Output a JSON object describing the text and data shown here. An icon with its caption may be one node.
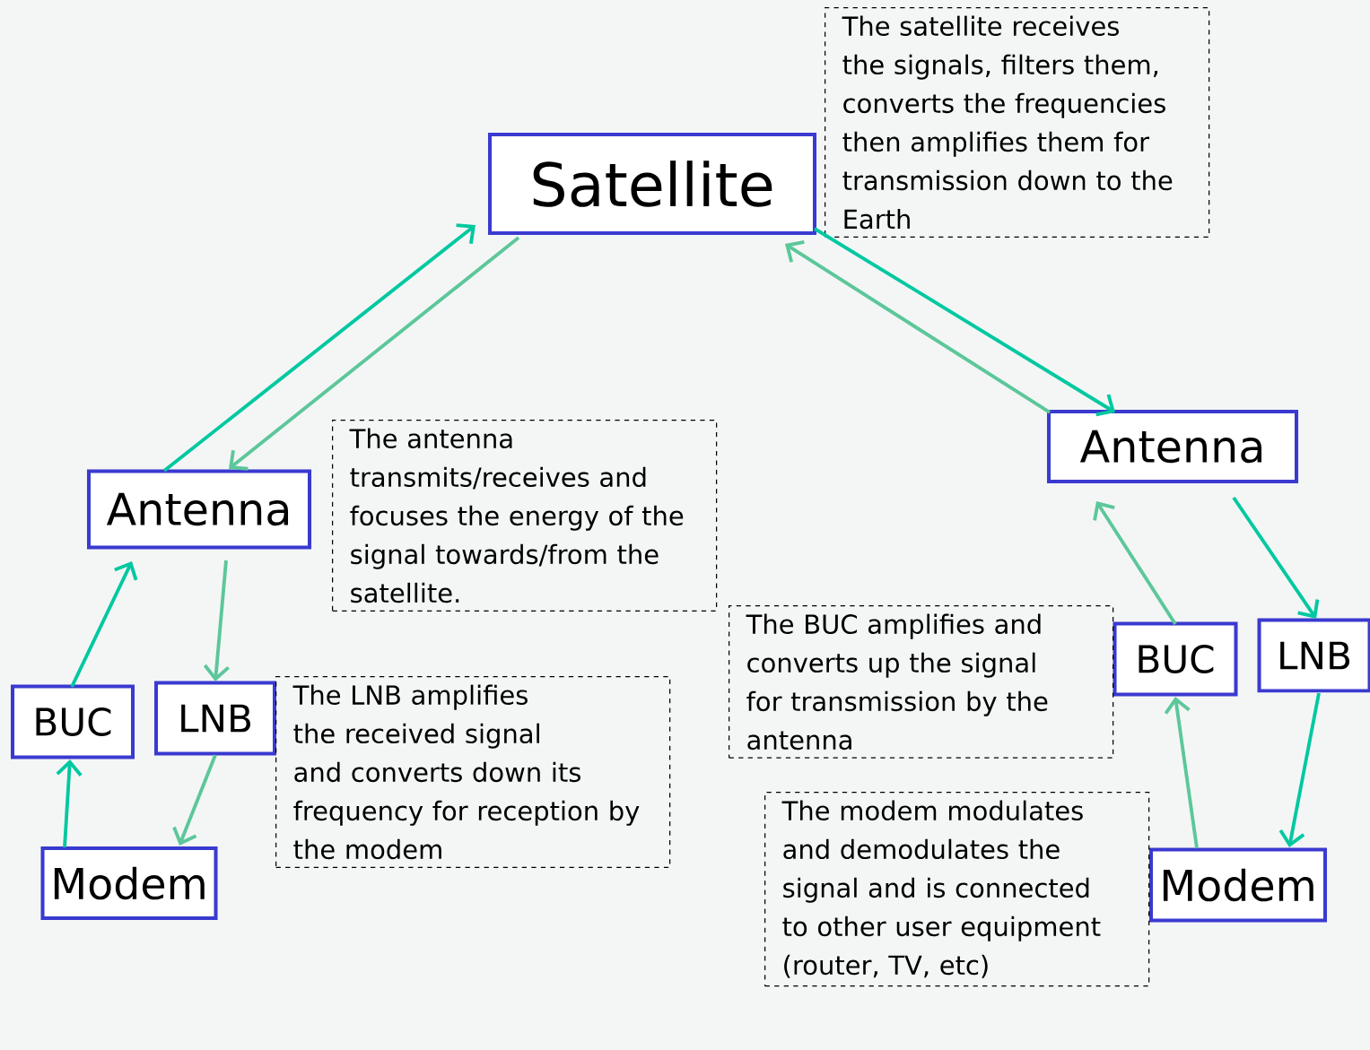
{
  "diagram": {
    "nodes": [
      {
        "text": [
          "Satellite"
        ]
      },
      {
        "text": [
          "Antenna"
        ]
      },
      {
        "text": [
          "Antenna"
        ]
      },
      {
        "text": [
          "BUC"
        ]
      },
      {
        "text": [
          "LNB"
        ]
      },
      {
        "text": [
          "Modem"
        ]
      },
      {
        "text": [
          "BUC"
        ]
      },
      {
        "text": [
          "LNB"
        ]
      },
      {
        "text": [
          "Modem"
        ]
      },
      {
        "text": [
          "The satellite receives the signals, filters them, converts the frequencies then amplifies them for transmission down to the Earth"
        ]
      },
      {
        "text": [
          "The antenna transmits/receives and focuses the energy of the signal towards/from the satellite."
        ]
      },
      {
        "text": [
          "The LNB amplifies the received signal and converts down its frequency for reception by the modem"
        ]
      },
      {
        "text": [
          "The BUC amplifies and converts up the signal for transmission by the antenna"
        ]
      },
      {
        "text": [
          "The modem modulates and demodulates the signal and is connected to other user equipment (router, TV, etc)"
        ]
      }
    ],
    "edges": [
      {
        "from": 1,
        "to": 0,
        "arrow": "to",
        "color": "#00c8a0"
      },
      {
        "from": 0,
        "to": 1,
        "arrow": "to",
        "color": "#5cc79a"
      },
      {
        "from": 0,
        "to": 2,
        "arrow": "to",
        "color": "#00c8a0"
      },
      {
        "from": 2,
        "to": 0,
        "arrow": "to",
        "color": "#5cc79a"
      },
      {
        "from": 3,
        "to": 1,
        "arrow": "to",
        "color": "#00c8a0"
      },
      {
        "from": 1,
        "to": 4,
        "arrow": "to",
        "color": "#5cc79a"
      },
      {
        "from": 5,
        "to": 3,
        "arrow": "to",
        "color": "#00c8a0"
      },
      {
        "from": 4,
        "to": 5,
        "arrow": "to",
        "color": "#5cc79a"
      },
      {
        "from": 6,
        "to": 2,
        "arrow": "to",
        "color": "#5cc79a"
      },
      {
        "from": 2,
        "to": 7,
        "arrow": "to",
        "color": "#00c8a0"
      },
      {
        "from": 8,
        "to": 6,
        "arrow": "to",
        "color": "#5cc79a"
      },
      {
        "from": 7,
        "to": 8,
        "arrow": "to",
        "color": "#00c8a0"
      }
    ]
  }
}
